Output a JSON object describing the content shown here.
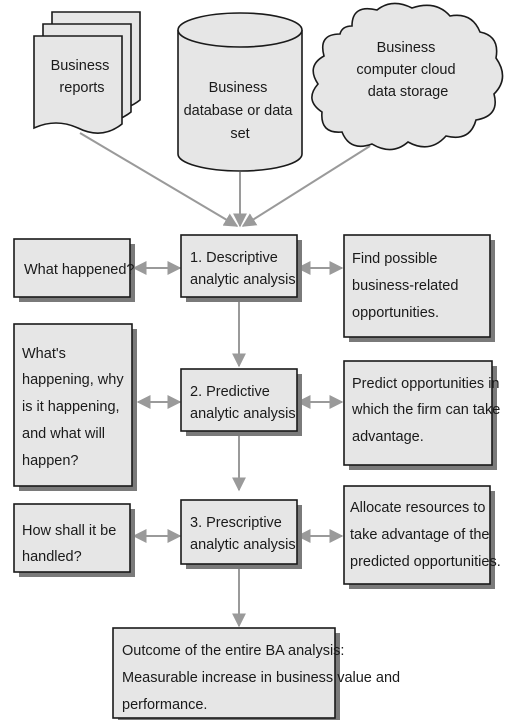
{
  "sources": {
    "reports": [
      "Business",
      "reports"
    ],
    "database": [
      "Business",
      "database or data",
      "set"
    ],
    "cloud": [
      "Business",
      "computer cloud",
      "data storage"
    ]
  },
  "steps": [
    {
      "label": [
        "1. Descriptive",
        "analytic analysis"
      ],
      "question": [
        "What happened?"
      ],
      "result": [
        "Find possible",
        "business-related",
        "opportunities."
      ]
    },
    {
      "label": [
        "2. Predictive",
        "analytic analysis"
      ],
      "question": [
        "What's",
        "happening, why",
        "is it happening,",
        "and what will",
        "happen?"
      ],
      "result": [
        "Predict opportunities in",
        "which the firm can take",
        "advantage."
      ]
    },
    {
      "label": [
        "3. Prescriptive",
        "analytic analysis"
      ],
      "question": [
        "How shall it be",
        "handled?"
      ],
      "result": [
        "Allocate resources to",
        "take advantage of the",
        "predicted opportunities."
      ]
    }
  ],
  "outcome": [
    "Outcome of the entire BA analysis:",
    "Measurable increase in business value and",
    "performance."
  ]
}
